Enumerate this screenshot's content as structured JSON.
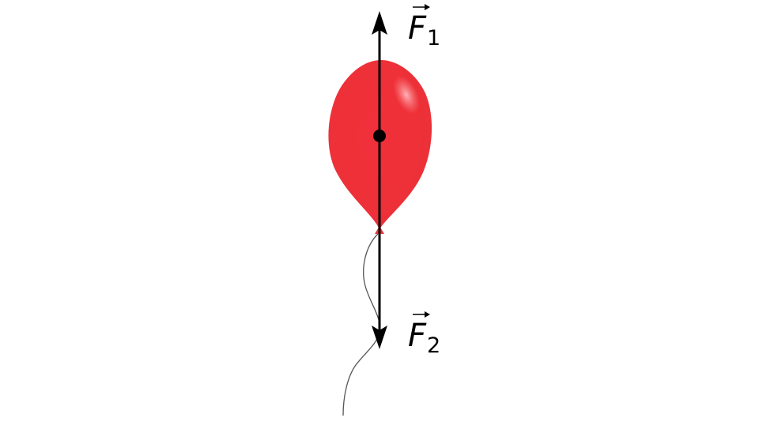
{
  "forces": [
    {
      "symbol": "F",
      "subscript": "1",
      "direction": "up"
    },
    {
      "symbol": "F",
      "subscript": "2",
      "direction": "down"
    }
  ],
  "colors": {
    "balloon": "#f2313a",
    "balloon_highlight": "#ffb3b8",
    "arrow": "#000000",
    "string": "#555555",
    "background": "#ffffff"
  }
}
